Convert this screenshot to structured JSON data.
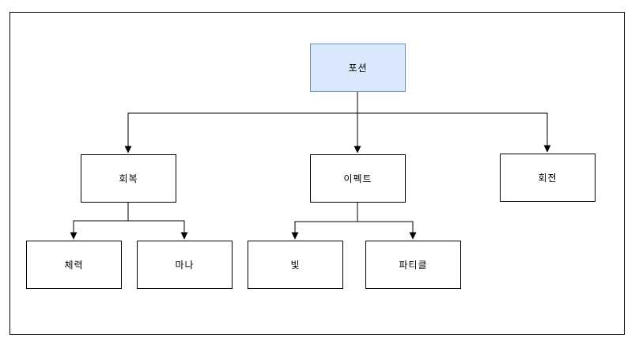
{
  "diagram": {
    "title": "potion hierarchy tree",
    "nodes": {
      "potion": {
        "label": "포션",
        "level": 1
      },
      "recovery": {
        "label": "회복",
        "level": 2
      },
      "effect": {
        "label": "이펙트",
        "level": 2
      },
      "rotation": {
        "label": "회전",
        "level": 2
      },
      "health": {
        "label": "체력",
        "level": 3
      },
      "mana": {
        "label": "마나",
        "level": 3
      },
      "light": {
        "label": "빛",
        "level": 3
      },
      "particle": {
        "label": "파티클",
        "level": 3
      }
    },
    "edges": [
      {
        "from": "potion",
        "to": "recovery"
      },
      {
        "from": "potion",
        "to": "effect"
      },
      {
        "from": "potion",
        "to": "rotation"
      },
      {
        "from": "recovery",
        "to": "health"
      },
      {
        "from": "recovery",
        "to": "mana"
      },
      {
        "from": "effect",
        "to": "light"
      },
      {
        "from": "effect",
        "to": "particle"
      }
    ],
    "colors": {
      "root_fill": "#dae8fc",
      "root_stroke": "#6c8ebf",
      "node_fill": "#ffffff",
      "node_stroke": "#000000",
      "edge_color": "#000000",
      "label_color": "#000000",
      "border_color": "#000000"
    }
  }
}
